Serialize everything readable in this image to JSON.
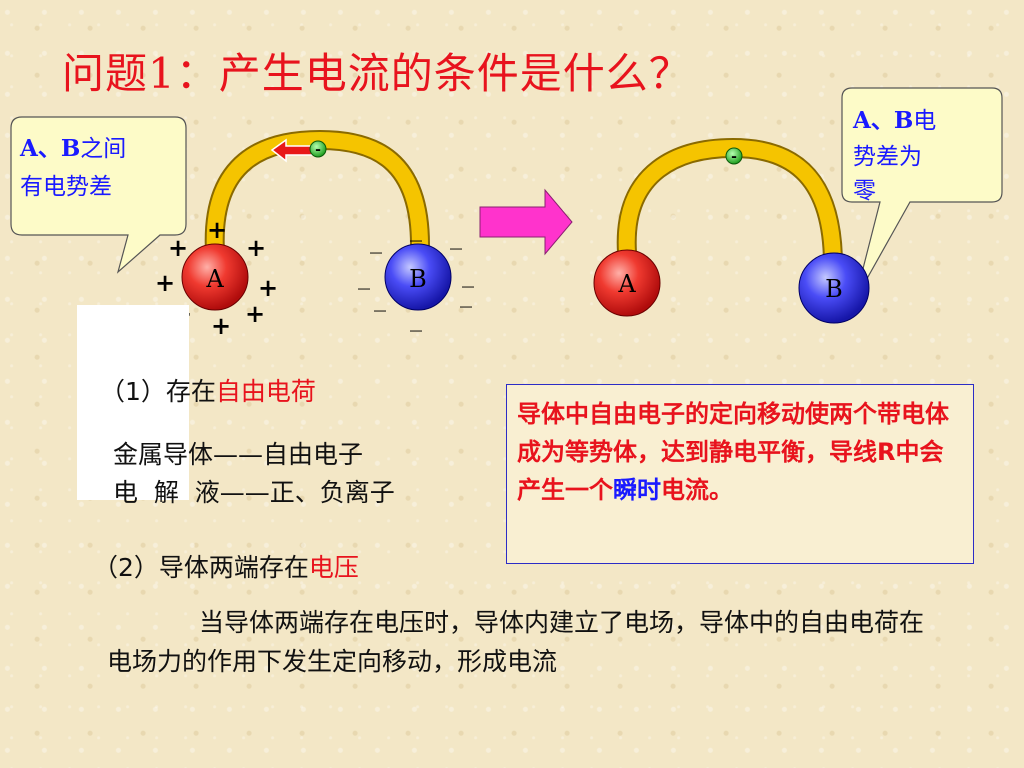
{
  "title": "问题1：产生电流的条件是什么？",
  "callout_left": {
    "bold": "A、B",
    "rest_line1": "之间",
    "line2": "有电势差"
  },
  "callout_right": {
    "bold": "A、B",
    "rest_line1": "电",
    "line2": "势差为",
    "line3": "零"
  },
  "sphere_labels": {
    "a_left": "A",
    "b_left": "B",
    "a_right": "A",
    "b_right": "B"
  },
  "electron_sign": "-",
  "plus_sign": "+",
  "minus_sign": "_",
  "item1": {
    "prefix": "（1）存在",
    "highlight": "自由电荷"
  },
  "item1_lines": {
    "metal": "金属导体——自由电子",
    "electrolyte": "电  解  液——正、负离子"
  },
  "item2": {
    "prefix": "（2）导体两端存在",
    "highlight": "电压"
  },
  "paragraph": "当导体两端存在电压时，导体内建立了电场，导体中的自由电荷在电场力的作用下发生定向移动，形成电流",
  "explanation": {
    "part1": "导体中自由电子的定向移动使两个带电体成为等势体，达到静电平衡，导线R中会产生一个",
    "blue": "瞬时",
    "part2": "电流。"
  },
  "colors": {
    "title_red": "#e8131d",
    "wire_yellow": "#f5c400",
    "sphere_red": "#e32020",
    "sphere_blue": "#3a3af0",
    "arrow_magenta": "#ff33cc",
    "electron_green": "#1aa81a"
  }
}
